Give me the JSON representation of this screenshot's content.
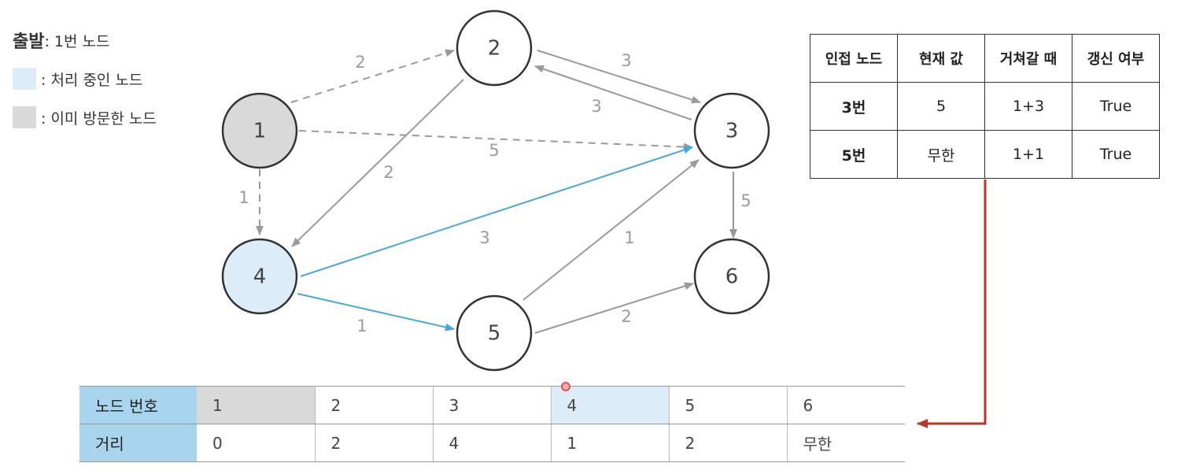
{
  "legend": {
    "start_key": "출발",
    "start_value": ": 1번 노드",
    "processing_label": ": 처리 중인 노드",
    "visited_label": ": 이미 방문한 노드"
  },
  "colors": {
    "visited_fill": "#d9d9d9",
    "processing_fill": "#dcecf8",
    "node_fill": "#ffffff",
    "edge_gray": "#9a9a9a",
    "edge_blue": "#4aa8d8",
    "arrow_red": "#b33a2a",
    "table_head_blue": "#a9d4ee"
  },
  "graph": {
    "nodes": [
      {
        "id": "1",
        "label": "1",
        "state": "visited"
      },
      {
        "id": "2",
        "label": "2",
        "state": "normal"
      },
      {
        "id": "3",
        "label": "3",
        "state": "normal"
      },
      {
        "id": "4",
        "label": "4",
        "state": "processing"
      },
      {
        "id": "5",
        "label": "5",
        "state": "normal"
      },
      {
        "id": "6",
        "label": "6",
        "state": "normal"
      }
    ],
    "edges": [
      {
        "from": "1",
        "to": "2",
        "weight": "2",
        "style": "dashed"
      },
      {
        "from": "1",
        "to": "3",
        "weight": "5",
        "style": "dashed"
      },
      {
        "from": "1",
        "to": "4",
        "weight": "1",
        "style": "dashed"
      },
      {
        "from": "2",
        "to": "3",
        "weight": "3",
        "style": "gray"
      },
      {
        "from": "3",
        "to": "2",
        "weight": "3",
        "style": "gray"
      },
      {
        "from": "2",
        "to": "4",
        "weight": "2",
        "style": "gray"
      },
      {
        "from": "3",
        "to": "6",
        "weight": "5",
        "style": "gray"
      },
      {
        "from": "4",
        "to": "3",
        "weight": "3",
        "style": "blue"
      },
      {
        "from": "4",
        "to": "5",
        "weight": "1",
        "style": "blue"
      },
      {
        "from": "5",
        "to": "3",
        "weight": "1",
        "style": "gray"
      },
      {
        "from": "5",
        "to": "6",
        "weight": "2",
        "style": "gray"
      }
    ]
  },
  "update_table": {
    "headers": [
      "인접 노드",
      "현재 값",
      "거쳐갈 때",
      "갱신 여부"
    ],
    "rows": [
      [
        "3번",
        "5",
        "1+3",
        "True"
      ],
      [
        "5번",
        "무한",
        "1+1",
        "True"
      ]
    ]
  },
  "distance_table": {
    "node_header": "노드 번호",
    "distance_header": "거리",
    "nodes": [
      "1",
      "2",
      "3",
      "4",
      "5",
      "6"
    ],
    "distances": [
      "0",
      "2",
      "4",
      "1",
      "2",
      "무한"
    ]
  }
}
